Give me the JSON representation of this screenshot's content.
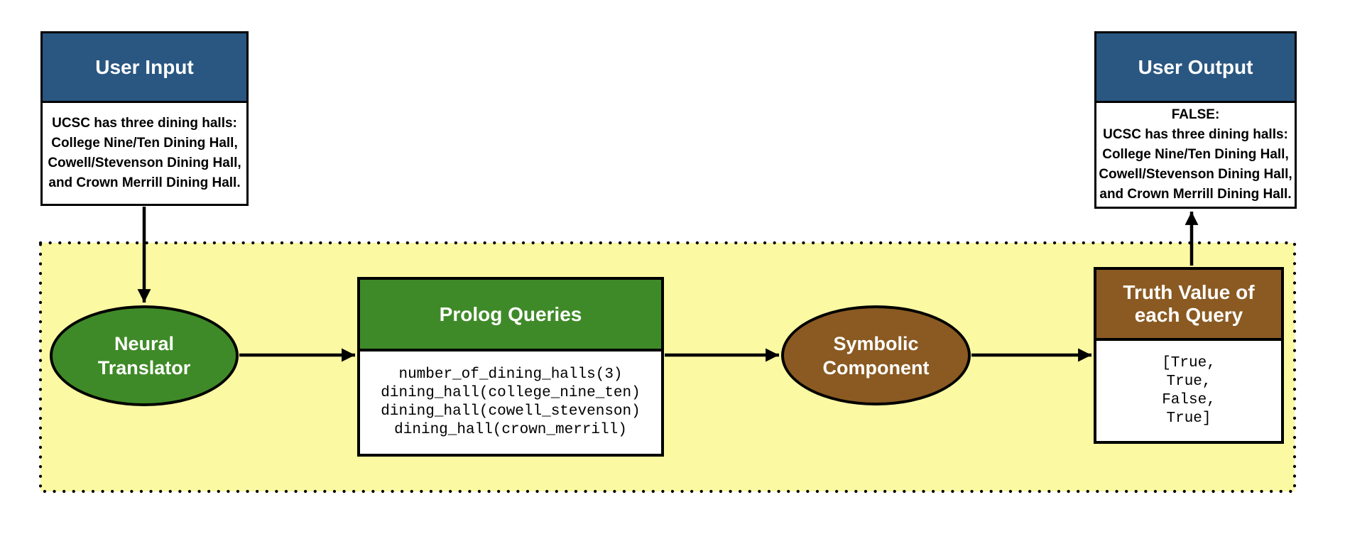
{
  "user_input": {
    "title": "User Input",
    "body": "UCSC has three dining halls:\nCollege Nine/Ten Dining Hall,\nCowell/Stevenson Dining Hall,\nand Crown Merrill Dining Hall."
  },
  "user_output": {
    "title": "User Output",
    "body": "FALSE:\nUCSC has three dining halls:\nCollege Nine/Ten Dining Hall,\nCowell/Stevenson Dining Hall,\nand Crown Merrill Dining Hall."
  },
  "pipeline": {
    "neural_translator": {
      "label": "Neural\nTranslator"
    },
    "prolog_queries": {
      "title": "Prolog Queries",
      "code": "number_of_dining_halls(3)\ndining_hall(college_nine_ten)\ndining_hall(cowell_stevenson)\ndining_hall(crown_merrill)"
    },
    "symbolic_component": {
      "label": "Symbolic\nComponent"
    },
    "truth_values": {
      "title": "Truth Value of\neach Query",
      "code": "[True,\nTrue,\nFalse,\nTrue]"
    }
  },
  "colors": {
    "header_blue": "#2A5781",
    "green": "#3F8A28",
    "brown": "#8A5A22",
    "region_yellow": "#FBF9A2",
    "border_black": "#000000"
  }
}
